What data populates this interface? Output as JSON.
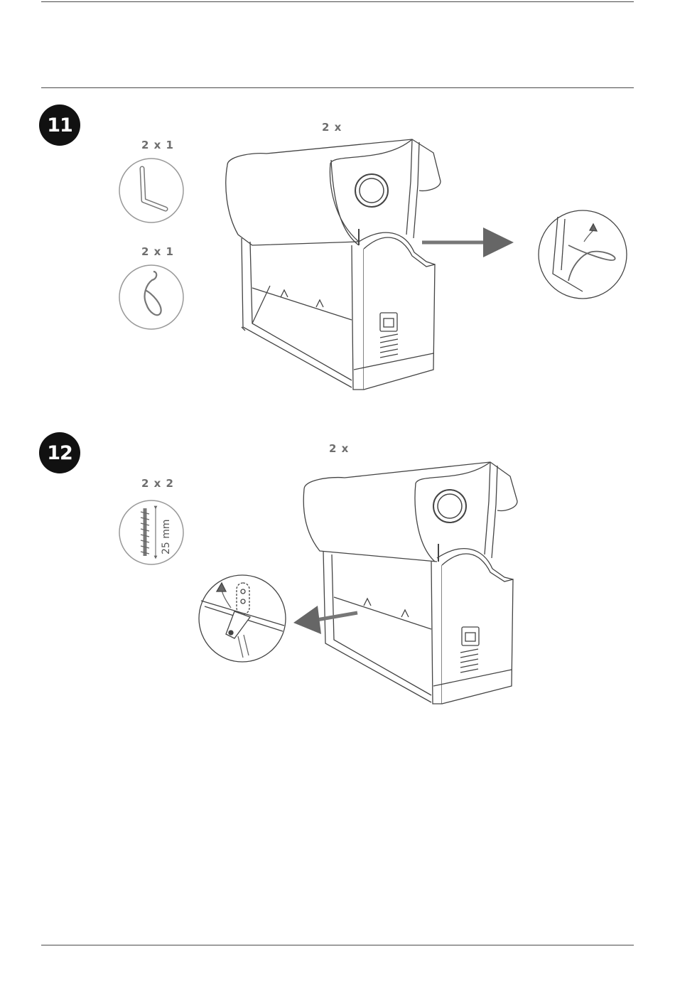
{
  "steps": [
    {
      "number": "11",
      "quantity_label": "2 x",
      "parts": [
        {
          "quantity": "2 x 1",
          "icon": "hex-key-icon"
        },
        {
          "quantity": "2 x 1",
          "icon": "hook-pin-icon"
        }
      ]
    },
    {
      "number": "12",
      "quantity_label": "2 x",
      "parts": [
        {
          "quantity": "2 x 2",
          "icon": "screw-icon",
          "size": "25 mm"
        }
      ]
    }
  ]
}
